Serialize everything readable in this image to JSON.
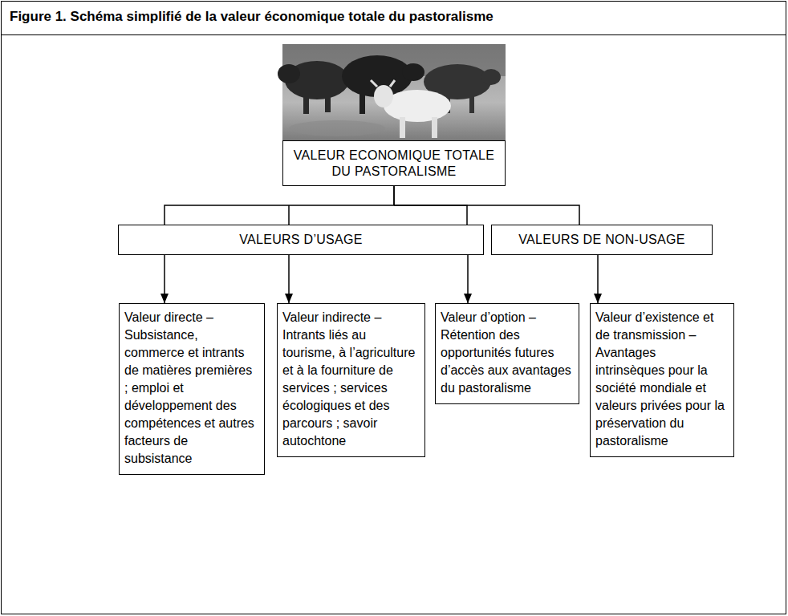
{
  "diagram": {
    "title": "Figure 1. Schéma simplifié de la valeur économique totale du pastoralisme",
    "nodes": [
      {
        "text": [
          "VALEUR ECONOMIQUE TOTALE DU PASTORALISME"
        ]
      },
      {
        "text": [
          "VALEURS D’USAGE"
        ]
      },
      {
        "text": [
          "VALEURS DE NON-USAGE"
        ]
      },
      {
        "text": [
          "Valeur directe – Subsistance, commerce et intrants de matières premières ; emploi et développement des compétences et autres facteurs de subsistance"
        ]
      },
      {
        "text": [
          "Valeur indirecte – Intrants liés au tourisme, à l’agriculture et à la fourniture de services ; services écologiques et des parcours ; savoir autochtone"
        ]
      },
      {
        "text": [
          "Valeur d’option – Rétention des opportunités futures d’accès aux avantages du pastoralisme"
        ]
      },
      {
        "text": [
          "Valeur d’existence et de transmission – Avantages intrinsèques pour la société mondiale et valeurs privées pour la préservation du pastoralisme"
        ]
      }
    ],
    "edges": [
      {
        "from": 0,
        "to": 1,
        "arrow": "none"
      },
      {
        "from": 0,
        "to": 2,
        "arrow": "none"
      },
      {
        "from": 1,
        "to": 3,
        "arrow": "to"
      },
      {
        "from": 1,
        "to": 4,
        "arrow": "to"
      },
      {
        "from": 1,
        "to": 5,
        "arrow": "to"
      },
      {
        "from": 2,
        "to": 6,
        "arrow": "to"
      }
    ]
  }
}
